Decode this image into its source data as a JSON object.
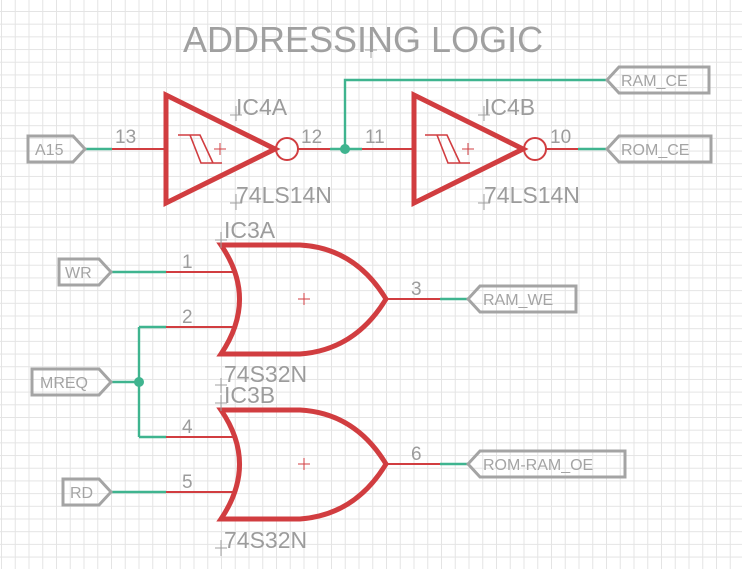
{
  "schematic": {
    "title": "ADDRESSING LOGIC",
    "colors": {
      "component": "#d13d40",
      "net": "#3fb48f",
      "label": "#9c9c9c",
      "grid": "#e4e4e4",
      "background": "#ffffff"
    },
    "components": [
      {
        "ref": "IC4A",
        "value": "74LS14N",
        "type": "schmitt-inverter",
        "pins": {
          "input": "13",
          "output": "12"
        }
      },
      {
        "ref": "IC4B",
        "value": "74LS14N",
        "type": "schmitt-inverter",
        "pins": {
          "input": "11",
          "output": "10"
        }
      },
      {
        "ref": "IC3A",
        "value": "74S32N",
        "type": "or-gate",
        "pins": {
          "in1": "1",
          "in2": "2",
          "output": "3"
        }
      },
      {
        "ref": "IC3B",
        "value": "74S32N",
        "type": "or-gate",
        "pins": {
          "in1": "4",
          "in2": "5",
          "output": "6"
        }
      }
    ],
    "ports": {
      "inputs": [
        "A15",
        "WR",
        "MREQ",
        "RD"
      ],
      "outputs": [
        "RAM_CE",
        "ROM_CE",
        "RAM_WE",
        "ROM-RAM_OE"
      ]
    },
    "nets": [
      {
        "from": "A15",
        "to": "IC4A.13"
      },
      {
        "from": "IC4A.12",
        "to": [
          "IC4B.11",
          "RAM_CE"
        ]
      },
      {
        "from": "IC4B.10",
        "to": "ROM_CE"
      },
      {
        "from": "WR",
        "to": "IC3A.1"
      },
      {
        "from": "MREQ",
        "to": [
          "IC3A.2",
          "IC3B.4"
        ]
      },
      {
        "from": "RD",
        "to": "IC3B.5"
      },
      {
        "from": "IC3A.3",
        "to": "RAM_WE"
      },
      {
        "from": "IC3B.6",
        "to": "ROM-RAM_OE"
      }
    ]
  }
}
